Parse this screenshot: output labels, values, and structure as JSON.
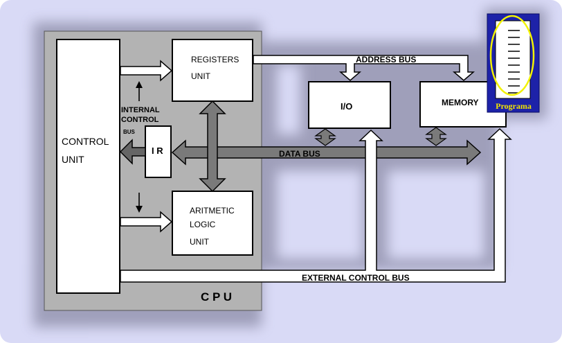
{
  "diagram": {
    "cpu_label": "C P U",
    "control_unit": {
      "line1": "CONTROL",
      "line2": "UNIT"
    },
    "registers_unit": {
      "line1": "REGISTERS",
      "line2": "UNIT"
    },
    "alu": {
      "line1": "ARITMETIC",
      "line2": "LOGIC",
      "line3": "UNIT"
    },
    "internal_control_bus": {
      "line1": "INTERNAL",
      "line2": "CONTROL",
      "line3": "BUS"
    },
    "ir": "I R",
    "io": "I/O",
    "memory": "MEMORY",
    "address_bus": "ADDRESS  BUS",
    "data_bus": "DATA BUS",
    "external_control_bus": "EXTERNAL  CONTROL  BUS",
    "programa_label": "Programa"
  },
  "colors": {
    "background": "#d9daf6",
    "cpu_fill": "#b3b3b3",
    "data_bus": "#7a7a7a",
    "programa_panel": "#1d22a8",
    "programa_ellipse": "#f2f200",
    "programa_text": "#f2e400"
  }
}
